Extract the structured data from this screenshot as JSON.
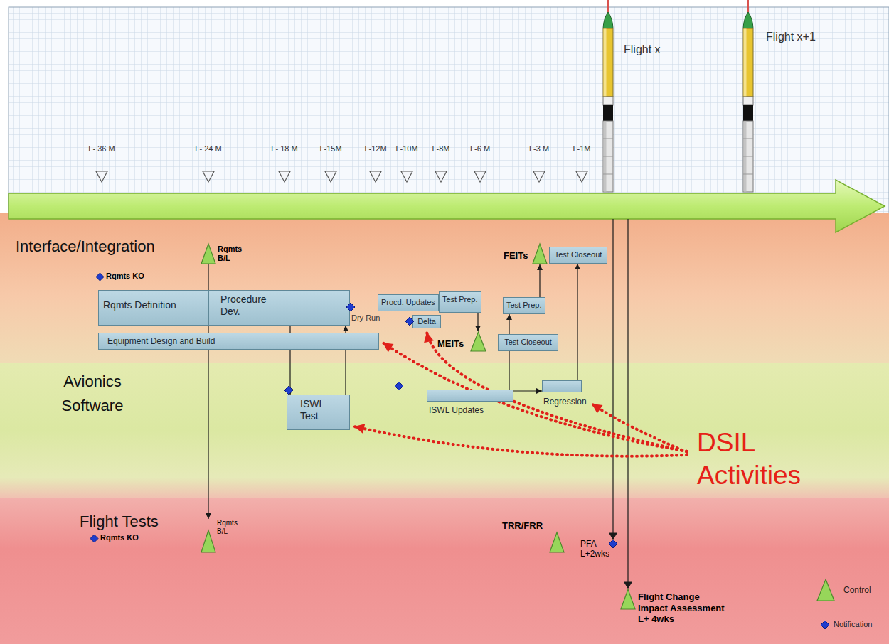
{
  "diagram": {
    "nodes": [
      {
        "text": [
          "Interface/Integration"
        ]
      },
      {
        "text": [
          "Rqmts B/L"
        ],
        "in": 0
      },
      {
        "text": [
          "Rqmts KO"
        ],
        "in": 0
      },
      {
        "text": [
          "Rqmts Definition"
        ],
        "in": 0
      },
      {
        "text": [
          "Procedure Dev."
        ],
        "in": 0
      },
      {
        "text": [
          "Equipment Design and Build"
        ],
        "in": 0
      },
      {
        "text": [
          "Procd. Updates"
        ],
        "in": 0
      },
      {
        "text": [
          "Delta"
        ],
        "in": 0
      },
      {
        "text": [
          "Test Prep."
        ],
        "in": 0
      },
      {
        "text": [
          "MEITs"
        ],
        "in": 0
      },
      {
        "text": [
          "Test Closeout"
        ],
        "in": 0
      },
      {
        "text": [
          "Test Prep."
        ],
        "in": 0
      },
      {
        "text": [
          "FEITs"
        ],
        "in": 0
      },
      {
        "text": [
          "Test Closeout"
        ],
        "in": 0
      },
      {
        "text": [
          "Avionics Software"
        ]
      },
      {
        "text": [
          "ISWL Test"
        ],
        "in": 14
      },
      {
        "text": [
          "ISWL Updates"
        ],
        "in": 14
      },
      {
        "text": [
          "Regression"
        ],
        "in": 14
      },
      {
        "text": [
          "Flight Tests"
        ]
      },
      {
        "text": [
          "Rqmts KO"
        ],
        "in": 18
      },
      {
        "text": [
          "Rqmts B/L"
        ],
        "in": 18
      },
      {
        "text": [
          "TRR/FRR"
        ],
        "in": 18
      },
      {
        "text": [
          "PFA L+2wks"
        ],
        "in": 18
      },
      {
        "text": [
          "Flight Change Impact Assessment L+ 4wks"
        ],
        "in": 18
      }
    ],
    "edges": [
      {
        "from": 1,
        "to": 20,
        "arrow": "to"
      },
      {
        "from": 4,
        "to": 15,
        "arrow": "to"
      },
      {
        "from": 15,
        "to": 4,
        "arrow": "to"
      },
      {
        "from": 8,
        "to": 9,
        "arrow": "to"
      },
      {
        "from": 16,
        "to": 10,
        "arrow": "none"
      },
      {
        "from": 10,
        "to": 11,
        "arrow": "to"
      },
      {
        "from": 11,
        "to": 12,
        "arrow": "to"
      },
      {
        "from": 16,
        "to": 17,
        "arrow": "to"
      },
      {
        "from": 17,
        "to": 13,
        "arrow": "to"
      }
    ],
    "labels": [
      "L- 36 M",
      "L- 24 M",
      "L- 18 M",
      "L-15M",
      "L-12M",
      "L-10M",
      "L-8M",
      "L-6 M",
      "L-3 M",
      "L-1M",
      "Flight x",
      "Flight x+1",
      "Dry Run",
      "DSIL Activities"
    ],
    "legend": [
      {
        "text": "Control"
      },
      {
        "text": "Notification"
      }
    ]
  }
}
